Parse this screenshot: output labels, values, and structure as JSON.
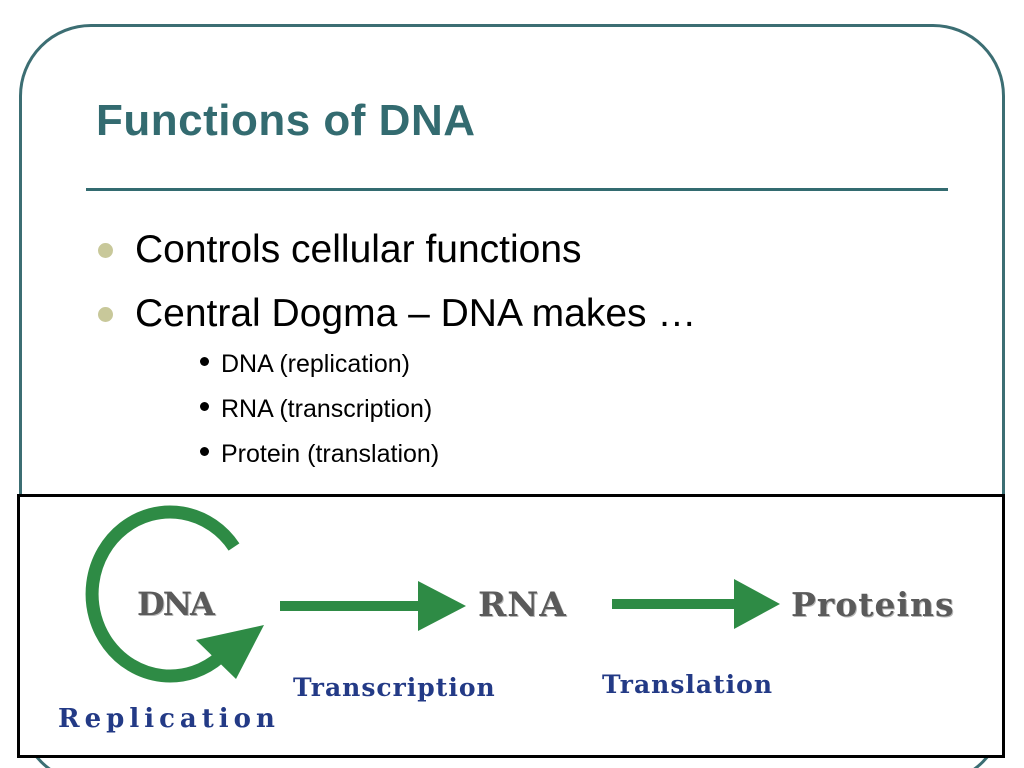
{
  "slide": {
    "title": "Functions of DNA",
    "bullets": [
      {
        "text": "Controls cellular functions"
      },
      {
        "text": "Central Dogma – DNA makes …"
      }
    ],
    "sub_bullets": [
      {
        "text": "DNA (replication)"
      },
      {
        "text": "RNA (transcription)"
      },
      {
        "text": "Protein (translation)"
      }
    ]
  },
  "diagram": {
    "nodes": {
      "dna": "DNA",
      "rna": "RNA",
      "proteins": "Proteins"
    },
    "processes": {
      "replication": "Replication",
      "transcription": "Transcription",
      "translation": "Translation"
    },
    "colors": {
      "arrow_green": "#2e8b45",
      "process_blue": "#233a86",
      "node_gray": "#5a5a5a",
      "title_teal": "#336b70",
      "bullet_tan": "#c8c89a"
    }
  }
}
